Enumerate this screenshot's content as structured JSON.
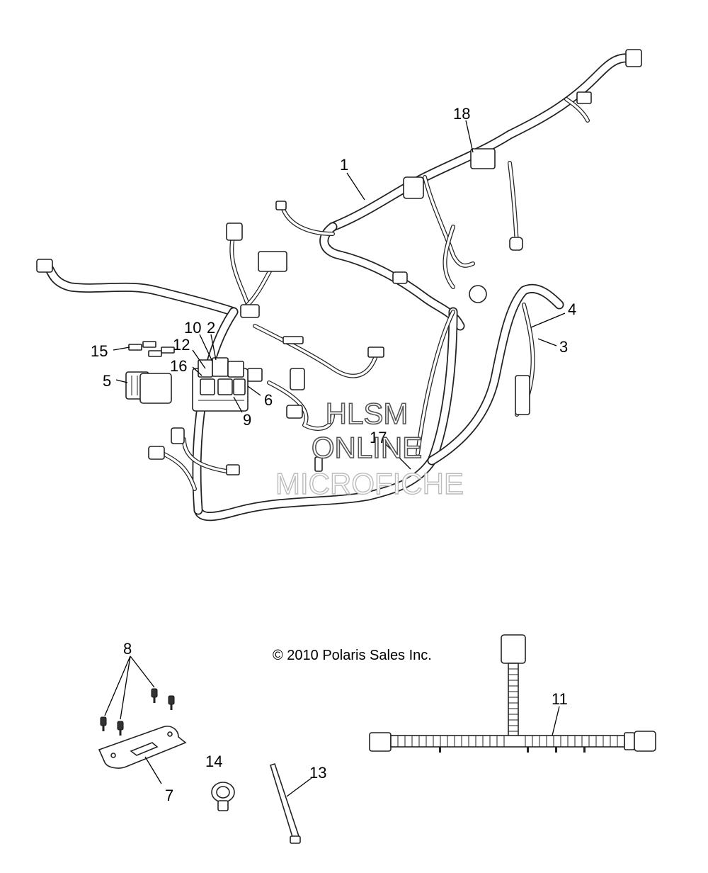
{
  "copyright": "© 2010 Polaris Sales Inc.",
  "watermark": {
    "line1": "HLSM",
    "line2": "ONLINE",
    "line3": "MICROFICHE"
  },
  "callouts": {
    "c1": "1",
    "c2": "2",
    "c3": "3",
    "c4": "4",
    "c5": "5",
    "c6": "6",
    "c7": "7",
    "c8": "8",
    "c9": "9",
    "c10": "10",
    "c11": "11",
    "c12": "12",
    "c13": "13",
    "c14": "14",
    "c15": "15",
    "c16": "16",
    "c17": "17",
    "c18": "18"
  }
}
